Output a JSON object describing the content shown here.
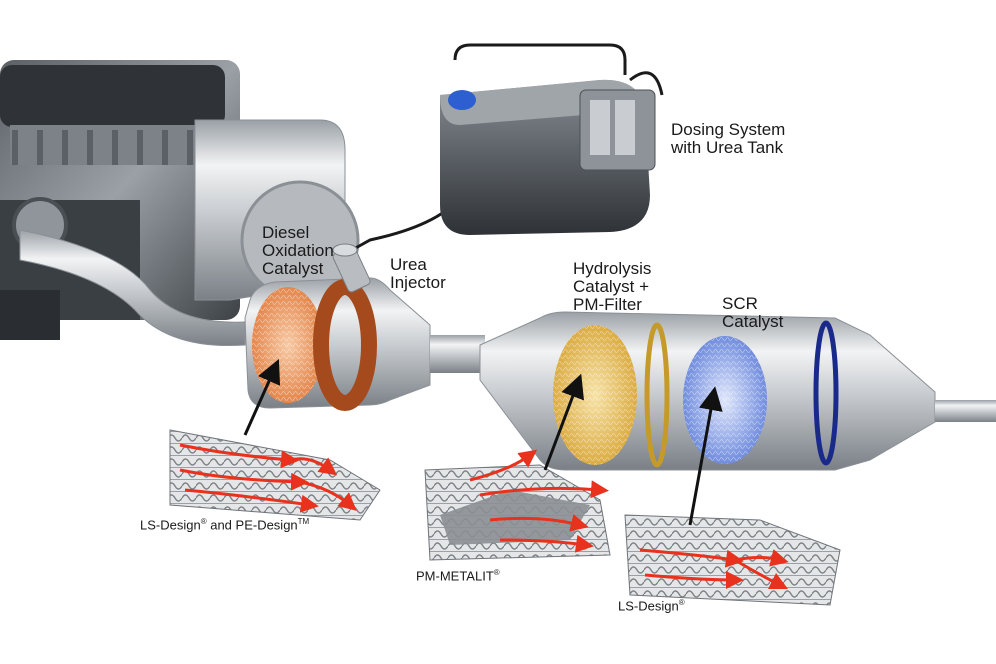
{
  "labels": {
    "dosing": [
      "Dosing System",
      "with Urea Tank"
    ],
    "doc": [
      "Diesel",
      "Oxidation",
      "Catalyst"
    ],
    "injector": [
      "Urea",
      "Injector"
    ],
    "hydrolysis": [
      "Hydrolysis",
      "Catalyst +",
      "PM-Filter"
    ],
    "scr": [
      "SCR",
      "Catalyst"
    ]
  },
  "captions": {
    "ls_pe": {
      "part1": "LS-Design",
      "reg1": "®",
      "part2": " and PE-Design",
      "tm": "TM"
    },
    "pm": {
      "text": "PM-METALIT",
      "reg": "®"
    },
    "ls": {
      "text": "LS-Design",
      "reg": "®"
    }
  },
  "colors": {
    "doc_substrate": "#e8905a",
    "doc_ring": "#a44a1c",
    "hydrolysis_substrate": "#e2b94a",
    "scr_substrate": "#6f8fe0",
    "scr_band": "#1a2a8a",
    "flow_arrows": "#e8321e",
    "metal": "#c9ccd0"
  }
}
